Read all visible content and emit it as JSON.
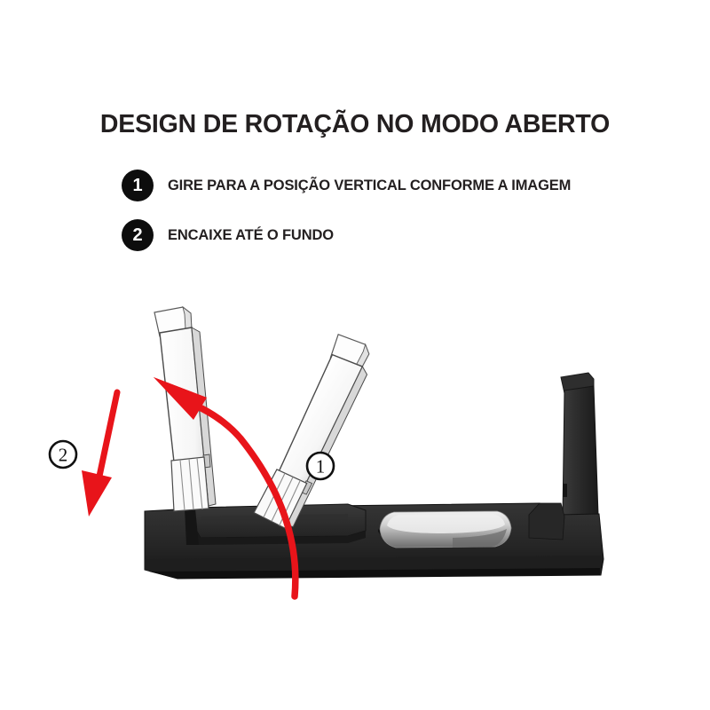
{
  "page": {
    "background_color": "#ffffff",
    "title": "DESIGN DE ROTAÇÃO NO MODO ABERTO"
  },
  "steps": [
    {
      "number": "1",
      "label": "GIRE PARA A POSIÇÃO VERTICAL CONFORME A IMAGEM"
    },
    {
      "number": "2",
      "label": "ENCAIXE ATÉ O FUNDO"
    }
  ],
  "illustration": {
    "description": "Vista lateral do suporte preto com duas lâminas brancas, uma na posição vertical e outra inclinada, tigela metálica à direita",
    "markers": [
      {
        "id": "1",
        "label": "1",
        "meaning": "rotacionar-lamina"
      },
      {
        "id": "2",
        "label": "2",
        "meaning": "encaixar-no-fundo"
      }
    ],
    "arrows": [
      {
        "id": "rotation-arrow",
        "type": "curved",
        "direction": "para-cima-esquerda",
        "color": "#e8141a"
      },
      {
        "id": "insert-arrow",
        "type": "straight",
        "direction": "para-baixo",
        "color": "#e8141a"
      }
    ],
    "colors": {
      "accent_red": "#e8141a",
      "body_black": "#2b2b2b",
      "body_black_dark": "#1c1c1c",
      "blade_white": "#fbfbfb",
      "blade_outline": "#4a4a4a",
      "metal_bowl": "#c9c9c9",
      "marker_outline": "#111111"
    }
  }
}
